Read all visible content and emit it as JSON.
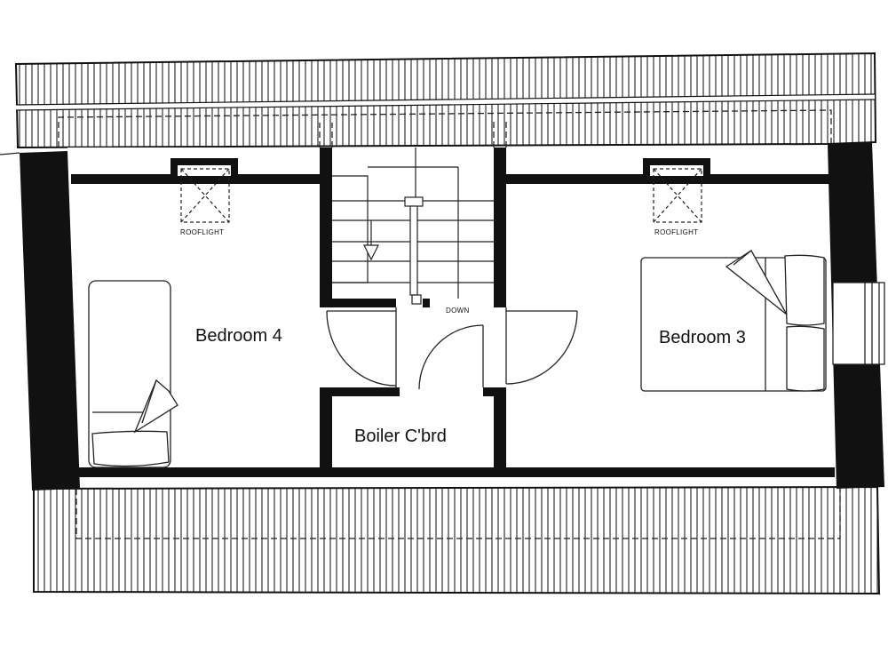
{
  "rooms": {
    "bedroom4": "Bedroom 4",
    "bedroom3": "Bedroom 3",
    "boiler": "Boiler C'brd"
  },
  "labels": {
    "rooflight_left": "ROOFLIGHT",
    "rooflight_right": "ROOFLIGHT",
    "stairs_down": "DOWN"
  },
  "colors": {
    "wall": "#111111",
    "line": "#1a1a1a",
    "background": "#ffffff"
  }
}
